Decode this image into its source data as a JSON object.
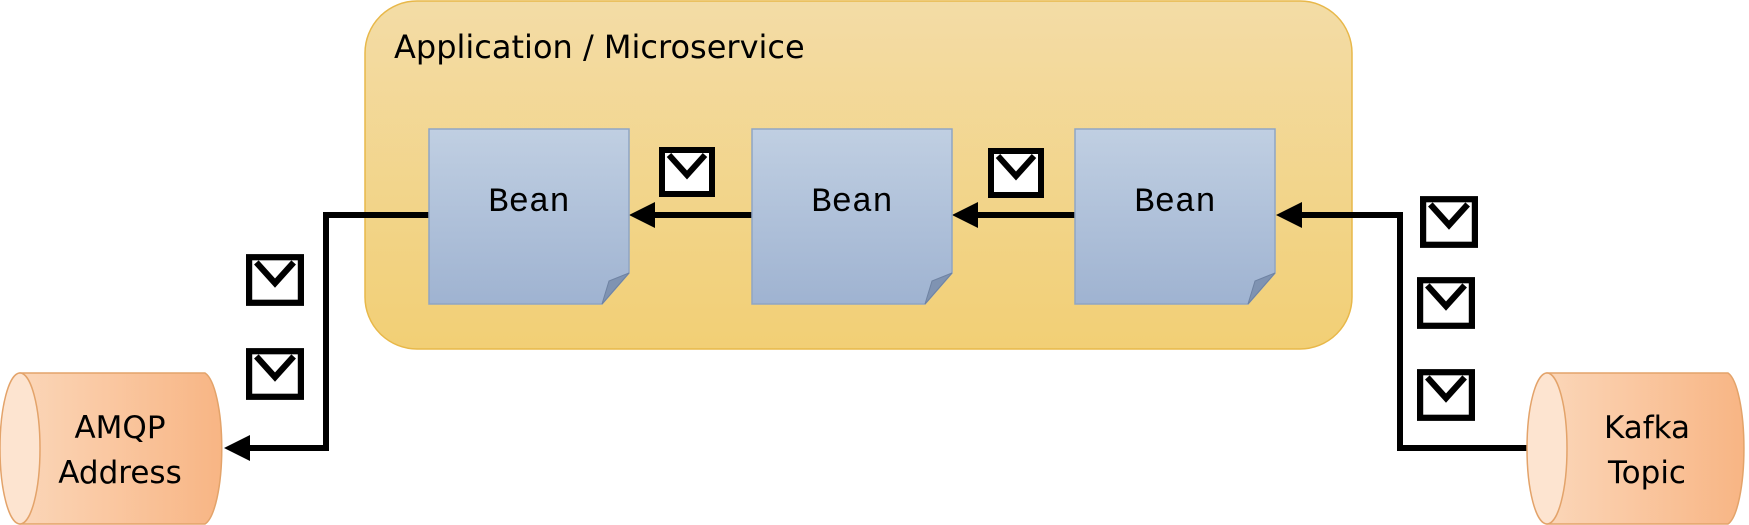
{
  "diagram": {
    "container": {
      "title": "Application / Microservice"
    },
    "beans": [
      {
        "label": "Bean"
      },
      {
        "label": "Bean"
      },
      {
        "label": "Bean"
      }
    ],
    "source": {
      "line1": "Kafka",
      "line2": "Topic"
    },
    "sink": {
      "line1": "AMQP",
      "line2": "Address"
    },
    "message_icon": "envelope-icon",
    "colors": {
      "container_fill": "#f3d48a",
      "container_stroke": "#e8b84a",
      "bean_fill": "#b1c3db",
      "cylinder_fill": "#f9bf93",
      "cylinder_stroke": "#e3a36a",
      "connector": "#000000"
    }
  }
}
